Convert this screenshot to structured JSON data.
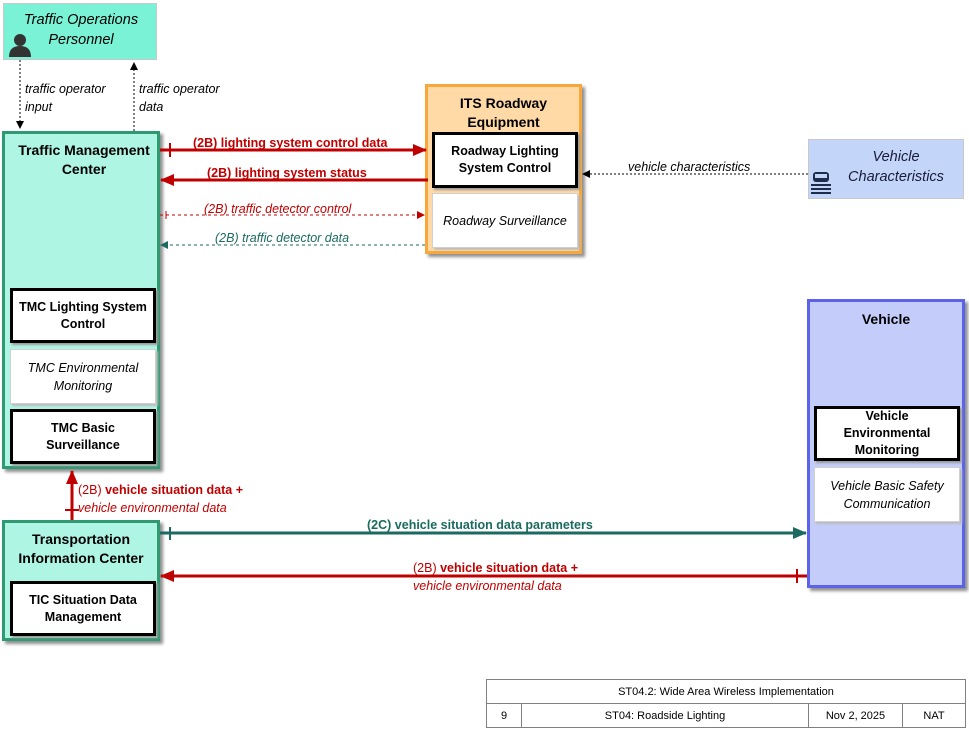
{
  "terminators": {
    "ops": {
      "name": "Traffic Operations Personnel",
      "line1": "Traffic Operations",
      "line2": "Personnel"
    },
    "veh_char": {
      "name": "Vehicle Characteristics",
      "line1": "Vehicle",
      "line2": "Characteristics"
    }
  },
  "entities": {
    "tmc": {
      "title_l1": "Traffic Management",
      "title_l2": "Center",
      "objects": [
        {
          "l1": "TMC Lighting System",
          "l2": "Control"
        },
        {
          "l1": "TMC Environmental",
          "l2": "Monitoring"
        },
        {
          "l1": "TMC Basic",
          "l2": "Surveillance"
        }
      ]
    },
    "its": {
      "title_l1": "ITS Roadway",
      "title_l2": "Equipment",
      "objects": [
        {
          "l1": "Roadway Lighting",
          "l2": "System Control"
        },
        {
          "l1": "Roadway Surveillance"
        }
      ]
    },
    "tic": {
      "title_l1": "Transportation",
      "title_l2": "Information Center",
      "objects": [
        {
          "l1": "TIC Situation Data",
          "l2": "Management"
        }
      ]
    },
    "vehicle": {
      "title": "Vehicle",
      "objects": [
        {
          "l1": "Vehicle",
          "l2": "Environmental",
          "l3": "Monitoring"
        },
        {
          "l1": "Vehicle Basic Safety",
          "l2": "Communication"
        }
      ]
    }
  },
  "flows": {
    "op_input": {
      "l1": "traffic operator",
      "l2": "input"
    },
    "op_data": {
      "l1": "traffic operator",
      "l2": "data"
    },
    "light_ctrl": {
      "tag": "(2B)",
      "name": "lighting system control data"
    },
    "light_status": {
      "tag": "(2B)",
      "name": "lighting system status"
    },
    "det_ctrl": {
      "tag": "(2B)",
      "name": "traffic detector control"
    },
    "det_data": {
      "tag": "(2B)",
      "name": "traffic detector data"
    },
    "veh_char": {
      "name": "vehicle characteristics"
    },
    "sit_tic_tmc": {
      "tag": "(2B)",
      "name": "vehicle situation data +",
      "name2": "vehicle environmental data"
    },
    "sit_params": {
      "tag": "(2C)",
      "name": "vehicle situation data parameters"
    },
    "sit_veh_tic": {
      "tag": "(2B)",
      "name": "vehicle situation data +",
      "name2": "vehicle environmental data"
    }
  },
  "footer": {
    "title": "ST04.2: Wide Area Wireless Implementation",
    "page": "9",
    "name": "ST04: Roadside Lighting",
    "date": "Nov 2, 2025",
    "org": "NAT"
  },
  "colors": {
    "red": "#c00000",
    "green": "#1a6a5f",
    "teal_border": "#2f9a72",
    "orange_border": "#f7a73c",
    "blue_border": "#5b63ea"
  }
}
